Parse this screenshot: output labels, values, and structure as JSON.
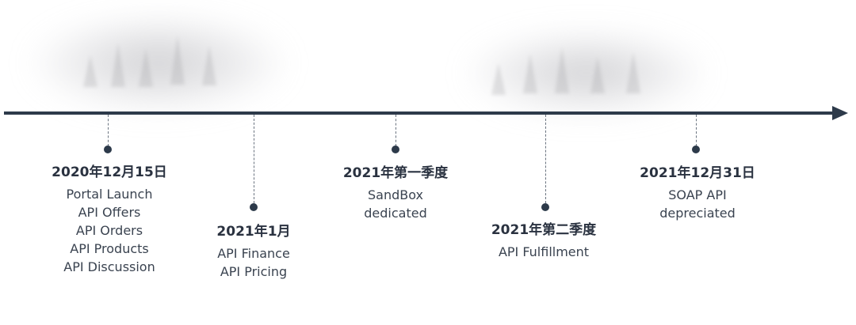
{
  "events": [
    {
      "date": "2020年12月15日",
      "items": [
        "Portal Launch",
        "API Offers",
        "API Orders",
        "API Products",
        "API Discussion"
      ]
    },
    {
      "date": "2021年1月",
      "items": [
        "API Finance",
        "API Pricing"
      ]
    },
    {
      "date": "2021年第一季度",
      "items": [
        "SandBox",
        "dedicated"
      ]
    },
    {
      "date": "2021年第二季度",
      "items": [
        "API Fulfillment"
      ]
    },
    {
      "date": "2021年12月31日",
      "items": [
        "SOAP API",
        "depreciated"
      ]
    }
  ],
  "colors": {
    "axis": "#2d3a4a",
    "text": "#2e3642",
    "stem": "#6b7480"
  }
}
